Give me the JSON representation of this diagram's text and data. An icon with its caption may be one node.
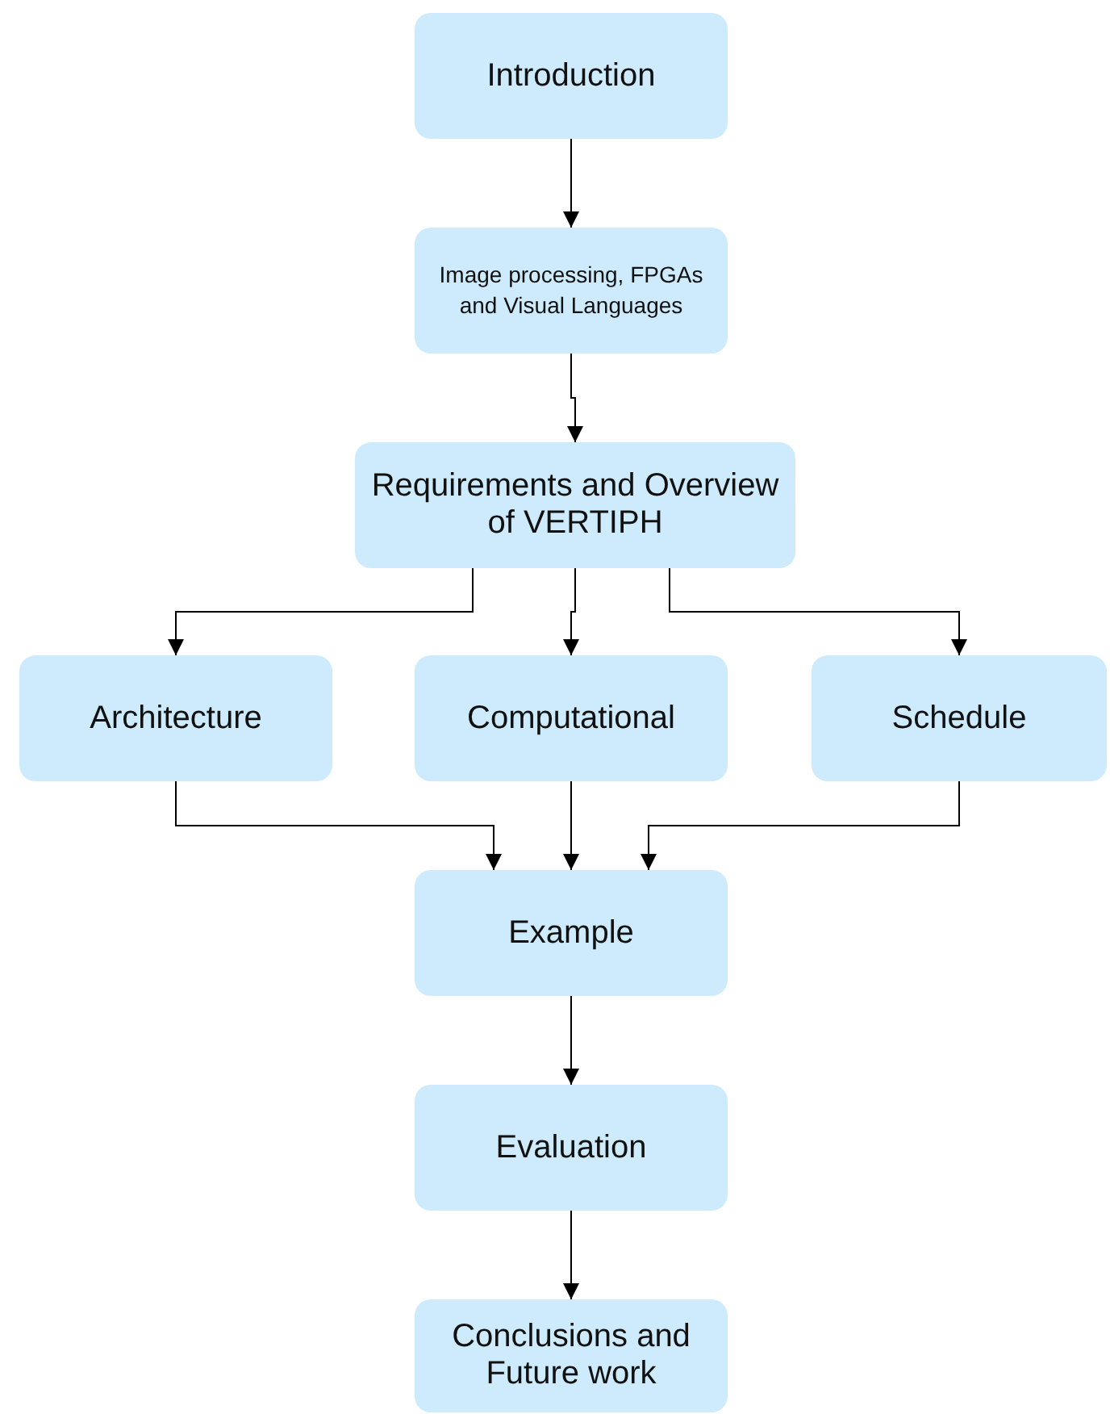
{
  "diagram": {
    "nodes": [
      {
        "text": [
          "Introduction"
        ]
      },
      {
        "text": [
          "Image processing, FPGAs and Visual Languages"
        ]
      },
      {
        "text": [
          "Requirements and Overview of VERTIPH"
        ]
      },
      {
        "text": [
          "Architecture"
        ]
      },
      {
        "text": [
          "Computational"
        ]
      },
      {
        "text": [
          "Schedule"
        ]
      },
      {
        "text": [
          "Example"
        ]
      },
      {
        "text": [
          "Evaluation"
        ]
      },
      {
        "text": [
          "Conclusions and Future work"
        ]
      }
    ],
    "edges": [
      {
        "from": 0,
        "to": 1,
        "arrow": "to"
      },
      {
        "from": 1,
        "to": 2,
        "arrow": "to"
      },
      {
        "from": 2,
        "to": 3,
        "arrow": "to"
      },
      {
        "from": 2,
        "to": 4,
        "arrow": "to"
      },
      {
        "from": 2,
        "to": 5,
        "arrow": "to"
      },
      {
        "from": 3,
        "to": 6,
        "arrow": "to"
      },
      {
        "from": 4,
        "to": 6,
        "arrow": "to"
      },
      {
        "from": 5,
        "to": 6,
        "arrow": "to"
      },
      {
        "from": 6,
        "to": 7,
        "arrow": "to"
      },
      {
        "from": 7,
        "to": 8,
        "arrow": "to"
      }
    ]
  }
}
